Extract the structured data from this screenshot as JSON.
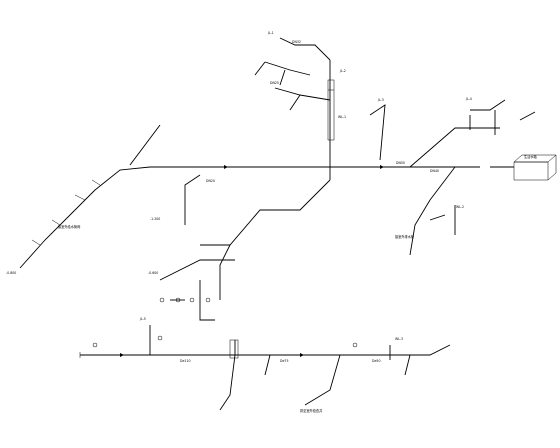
{
  "labels": {
    "riser_top_1": "JL-1",
    "riser_top_2": "JL-2",
    "riser_mid": "WL-1",
    "elev_main_1": "DN50",
    "elev_main_2": "DN40",
    "tank_label": "生活水箱",
    "floor_mark_1": "-0.800",
    "floor_mark_2": "-1.200",
    "floor_mark_3": "-0.600",
    "branch_a": "JL-3",
    "branch_b": "JL-4",
    "branch_c": "JL-5",
    "branch_d": "WL-2",
    "branch_e": "WL-3",
    "note_left": "接室外给水管网",
    "note_right": "排至室外检查井",
    "note_mid": "接室外排水管",
    "pipe_size_1": "DN32",
    "pipe_size_2": "DN25",
    "pipe_size_3": "DN20",
    "pipe_size_4": "De110",
    "pipe_size_5": "De75",
    "pipe_size_6": "De50"
  }
}
